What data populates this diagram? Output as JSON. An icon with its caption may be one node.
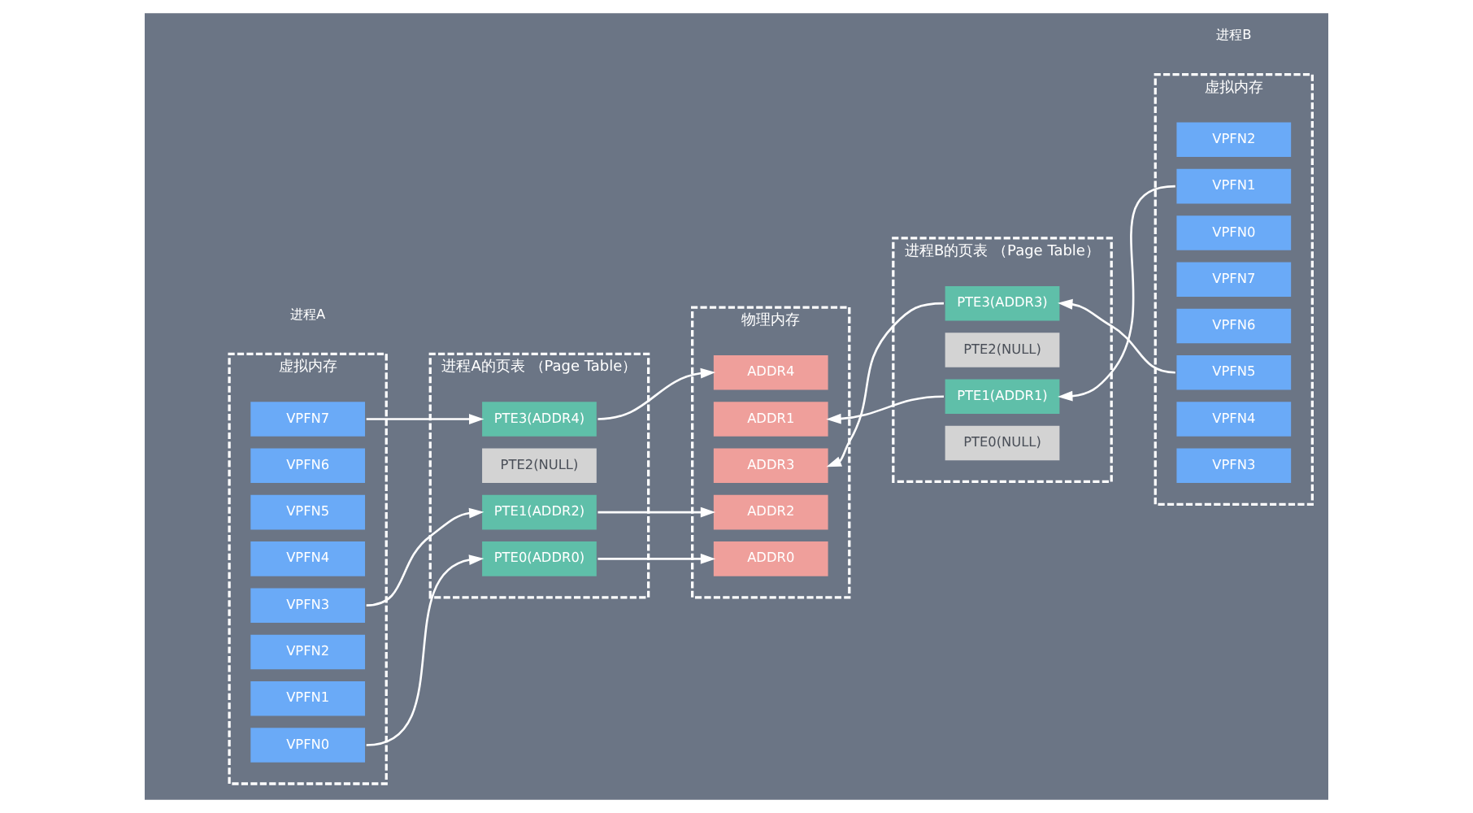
{
  "diagram": {
    "nodes": [
      {
        "text": [
          "虚拟内存"
        ],
        "beside": [
          "进程A"
        ]
      },
      {
        "text": [
          "VPFN7"
        ],
        "in": 0
      },
      {
        "text": [
          "VPFN6"
        ],
        "in": 0
      },
      {
        "text": [
          "VPFN5"
        ],
        "in": 0
      },
      {
        "text": [
          "VPFN4"
        ],
        "in": 0
      },
      {
        "text": [
          "VPFN3"
        ],
        "in": 0
      },
      {
        "text": [
          "VPFN2"
        ],
        "in": 0
      },
      {
        "text": [
          "VPFN1"
        ],
        "in": 0
      },
      {
        "text": [
          "VPFN0"
        ],
        "in": 0
      },
      {
        "text": [
          "进程A的页表 （Page Table）"
        ]
      },
      {
        "text": [
          "PTE3(ADDR4)"
        ],
        "in": 9
      },
      {
        "text": [
          "PTE2(NULL)"
        ],
        "in": 9
      },
      {
        "text": [
          "PTE1(ADDR2)"
        ],
        "in": 9
      },
      {
        "text": [
          "PTE0(ADDR0)"
        ],
        "in": 9
      },
      {
        "text": [
          "物理内存"
        ]
      },
      {
        "text": [
          "ADDR4"
        ],
        "in": 14
      },
      {
        "text": [
          "ADDR3"
        ],
        "in": 14
      },
      {
        "text": [
          "ADDR2"
        ],
        "in": 14
      },
      {
        "text": [
          "ADDR1"
        ],
        "in": 14
      },
      {
        "text": [
          "ADDR0"
        ],
        "in": 14
      },
      {
        "text": [
          "进程B的页表 （Page Table）"
        ]
      },
      {
        "text": [
          "PTE3(ADDR3)"
        ],
        "in": 20
      },
      {
        "text": [
          "PTE2(NULL)"
        ],
        "in": 20
      },
      {
        "text": [
          "PTE1(ADDR1)"
        ],
        "in": 20
      },
      {
        "text": [
          "PTE0(NULL)"
        ],
        "in": 20
      },
      {
        "text": [
          "虚拟内存"
        ],
        "beside": [
          "进程B"
        ]
      },
      {
        "text": [
          "VPFN7"
        ],
        "in": 25
      },
      {
        "text": [
          "VPFN6"
        ],
        "in": 25
      },
      {
        "text": [
          "VPFN5"
        ],
        "in": 25
      },
      {
        "text": [
          "VPFN4"
        ],
        "in": 25
      },
      {
        "text": [
          "VPFN3"
        ],
        "in": 25
      },
      {
        "text": [
          "VPFN2"
        ],
        "in": 25
      },
      {
        "text": [
          "VPFN1"
        ],
        "in": 25
      },
      {
        "text": [
          "VPFN0"
        ],
        "in": 25
      }
    ],
    "edges": [
      {
        "from": 1,
        "to": 10,
        "arrow": "to"
      },
      {
        "from": 5,
        "to": 12,
        "arrow": "to"
      },
      {
        "from": 8,
        "to": 13,
        "arrow": "to"
      },
      {
        "from": 10,
        "to": 15,
        "arrow": "to"
      },
      {
        "from": 12,
        "to": 17,
        "arrow": "to"
      },
      {
        "from": 13,
        "to": 19,
        "arrow": "to"
      },
      {
        "from": 28,
        "to": 21,
        "arrow": "to"
      },
      {
        "from": 32,
        "to": 23,
        "arrow": "to"
      },
      {
        "from": 21,
        "to": 16,
        "arrow": "to"
      },
      {
        "from": 23,
        "to": 18,
        "arrow": "to"
      }
    ]
  }
}
